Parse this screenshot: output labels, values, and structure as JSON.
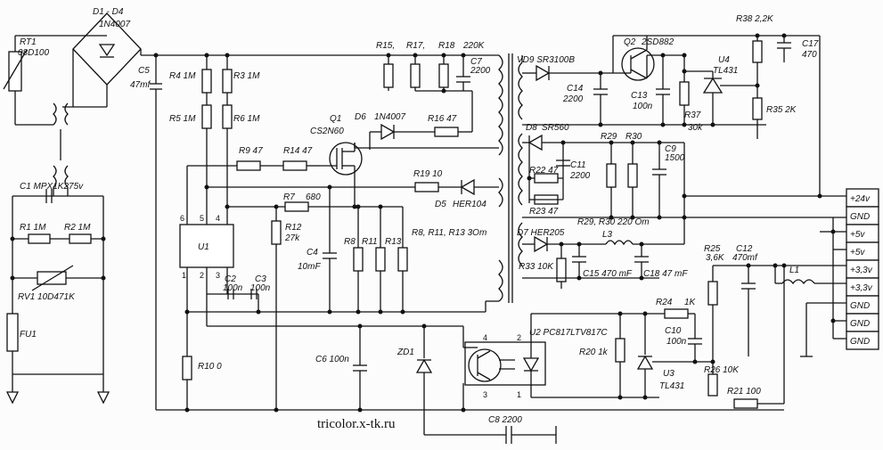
{
  "labels": {
    "rt1": "RT1",
    "rt1v": "08D100",
    "d1": "D1 - D4",
    "d1v": "1N4007",
    "c5": "C5",
    "c5v": "47mf",
    "r4": "R4 1M",
    "r3": "R3 1M",
    "r5": "R5 1M",
    "r6": "R6 1M",
    "r15": "R15,",
    "r17": "R17,",
    "r18": "R18",
    "r18v": "220K",
    "c7": "C7",
    "c7v": "2200",
    "d6": "D6",
    "d6v": "1N4007",
    "r16": "R16 47",
    "q1": "Q1",
    "q1v": "CS2N60",
    "r9": "R9 47",
    "r14": "R14 47",
    "r19": "R19 10",
    "d5": "D5",
    "d5v": "HER104",
    "r7": "R7",
    "r7v": "680",
    "r12": "R12",
    "r12v": "27k",
    "c4": "C4",
    "c4v": "10mF",
    "r8": "R8",
    "r11": "R11",
    "r13": "R13",
    "r8grp": "R8, R11, R13 3Om",
    "u1": "U1",
    "c2": "C2",
    "c2v": "100n",
    "c3": "C3",
    "c3v": "100n",
    "c1": "C1 MPX1K275v",
    "r1": "R1 1M",
    "r2": "R2 1M",
    "rv1": "RV1 10D471K",
    "fu1": "FU1",
    "r10": "R10 0",
    "c6": "C6 100n",
    "zd1": "ZD1",
    "vd9": "VD9 SR3100B",
    "c14": "C14",
    "c14v": "2200",
    "c13": "C13",
    "c13v": "100n",
    "q2": "Q2",
    "q2v": "2SD882",
    "r37": "R37",
    "r37v": "30k",
    "u4": "U4",
    "u4v": "TL431",
    "r38": "R38 2,2K",
    "c17": "C17",
    "c17v": "470",
    "r35": "R35 2K",
    "d8": "D8",
    "d8v": "SR560",
    "r29": "R29",
    "r30": "R30",
    "c9": "C9",
    "c9v": "1500",
    "r22": "R22 47",
    "r23": "R23 47",
    "c11": "C11",
    "c11v": "2200",
    "r2930": "R29, R30 220 Om",
    "d7": "D7 HER205",
    "l3": "L3",
    "r33": "R33 10K",
    "c15": "C15 470 mF",
    "c18": "C18 47 mF",
    "r25": "R25",
    "r25v": "3,6K",
    "c12": "C12",
    "c12v": "470mf",
    "l1": "L1",
    "r24": "R24",
    "r24v": "1K",
    "u2": "U2 PC817LTV817C",
    "c10": "C10",
    "c10v": "100n",
    "r20": "R20 1k",
    "u3": "U3",
    "u3v": "TL431",
    "r26": "R26 10K",
    "r21": "R21 100",
    "c8": "C8 2200",
    "website": "tricolor.x-tk.ru"
  },
  "pins": {
    "u1p6": "6",
    "u1p5": "5",
    "u1p4": "4",
    "u1p1": "1",
    "u1p2": "2",
    "u1p3": "3",
    "u2p4": "4",
    "u2p2": "2",
    "u2p3": "3",
    "u2p1": "1"
  },
  "connector": [
    "+24v",
    "GND",
    "+5v",
    "+5v",
    "+3,3v",
    "+3,3v",
    "GND",
    "GND",
    "GND"
  ]
}
